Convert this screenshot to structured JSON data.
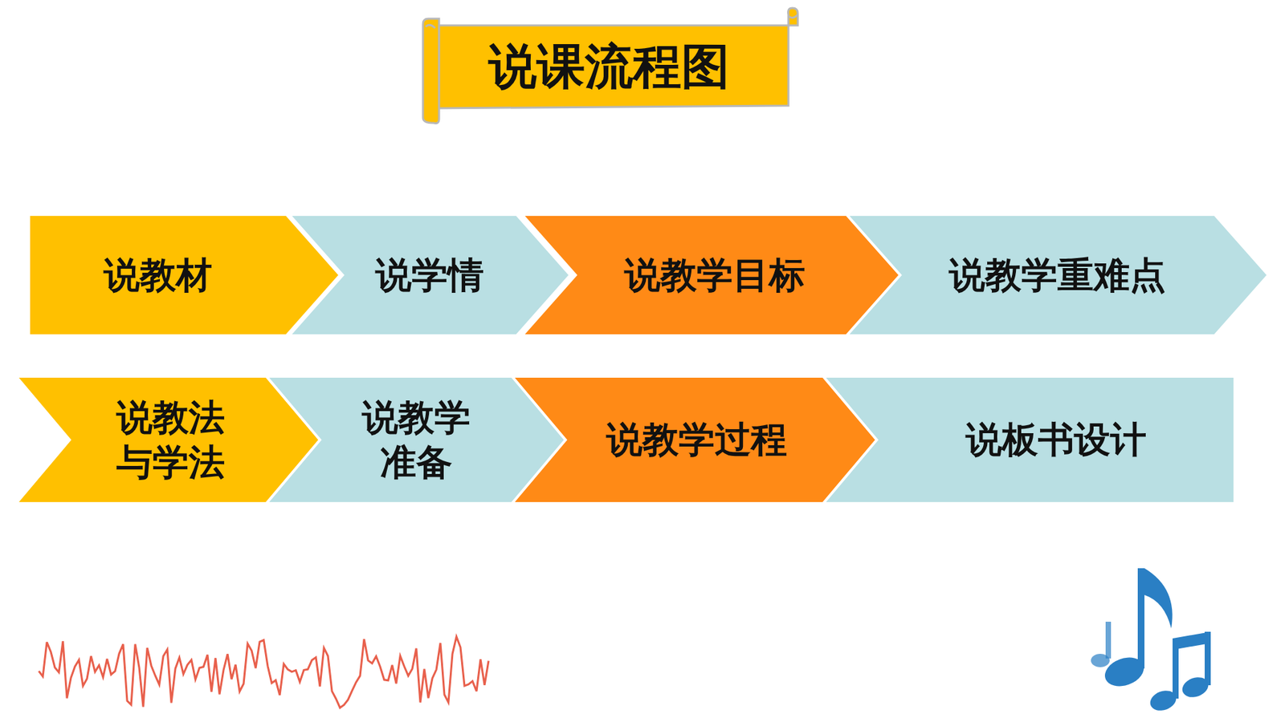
{
  "diagram": {
    "title": "说课流程图",
    "nodes": [
      {
        "text": [
          "说教材"
        ]
      },
      {
        "text": [
          "说学情"
        ]
      },
      {
        "text": [
          "说教学目标"
        ]
      },
      {
        "text": [
          "说教学重难点"
        ]
      },
      {
        "text": [
          "说教法 与学法"
        ]
      },
      {
        "text": [
          "说教学 准备"
        ]
      },
      {
        "text": [
          "说教学过程"
        ]
      },
      {
        "text": [
          "说板书设计"
        ]
      }
    ]
  }
}
